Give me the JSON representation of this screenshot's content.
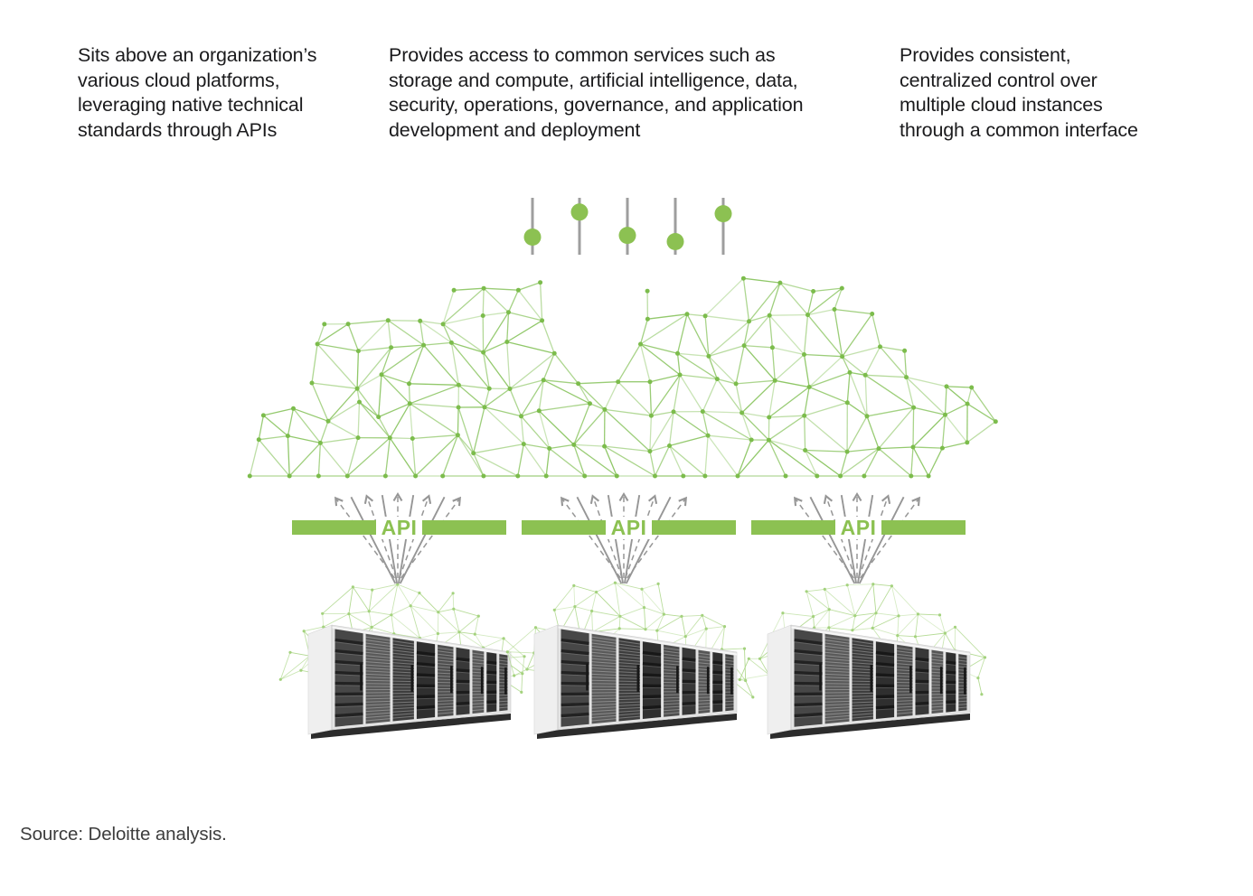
{
  "descriptions": [
    {
      "text": "Sits above an organization’s\nvarious cloud platforms,\nleveraging native technical\nstandards through APIs"
    },
    {
      "text": "Provides access to common services such as\nstorage and compute, artificial intelligence, data,\nsecurity, operations, governance, and application\ndevelopment and deployment"
    },
    {
      "text": "Provides consistent,\ncentralized control over\nmultiple cloud instances\nthrough a common interface"
    }
  ],
  "api": {
    "label": "API"
  },
  "source": {
    "text": "Source: Deloitte analysis."
  },
  "sliders": {
    "count": 5,
    "knob_positions": [
      0.69,
      0.25,
      0.66,
      0.77,
      0.28
    ]
  },
  "colors": {
    "accent_green": "#8cc152",
    "mesh_line": "#8fc767",
    "mesh_node": "#7cbc4c",
    "small_cloud_line": "#a9d584",
    "small_cloud_node": "#9bce71",
    "arrow_gray": "#969696",
    "slider_track": "#9e9e9e",
    "text_dark": "#1b1b1d",
    "source_text": "#3d3d3d"
  }
}
